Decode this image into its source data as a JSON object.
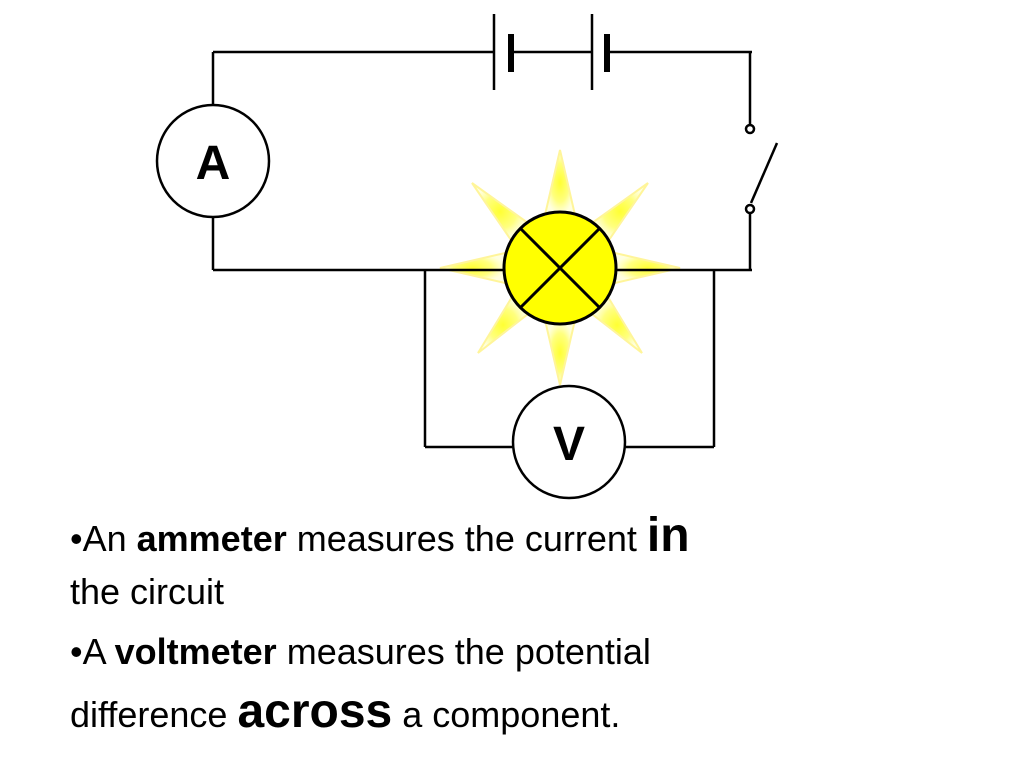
{
  "diagram": {
    "ammeter_symbol": "A",
    "voltmeter_symbol": "V",
    "colors": {
      "wire": "#000000",
      "lamp_fill": "#ffff00",
      "glow": "#ffff66",
      "meter_fill": "#ffffff"
    }
  },
  "bullets": {
    "bullet1": {
      "prefix": "•An ",
      "bold": "ammeter",
      "middle": " measures the current ",
      "emphasis": "in",
      "continuation": "the circuit"
    },
    "bullet2": {
      "prefix": "•A ",
      "bold": "voltmeter",
      "middle": " measures the potential",
      "continuation_prefix": "difference ",
      "emphasis": "across",
      "suffix": " a component."
    }
  }
}
